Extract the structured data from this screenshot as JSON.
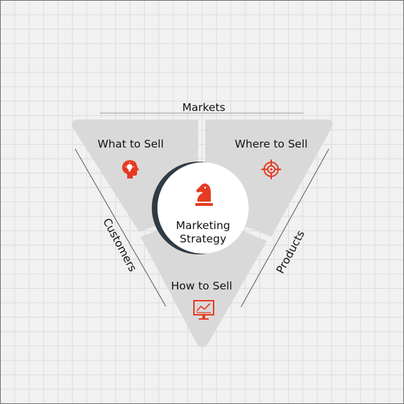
{
  "diagram": {
    "outer_labels": {
      "top": "Markets",
      "left": "Customers",
      "right": "Products"
    },
    "segments": [
      {
        "label": "What to Sell",
        "icon": "head-lightbulb-icon"
      },
      {
        "label": "Where to Sell",
        "icon": "target-icon"
      },
      {
        "label": "How to Sell",
        "icon": "monitor-chart-icon"
      }
    ],
    "center": {
      "line1": "Marketing",
      "line2": "Strategy",
      "icon": "chess-knight-icon"
    },
    "colors": {
      "accent": "#e63a21",
      "segment_fill": "#d9d9d9",
      "circle_shadow": "#2f3b45",
      "guide_line": "#9a9a9a"
    }
  }
}
